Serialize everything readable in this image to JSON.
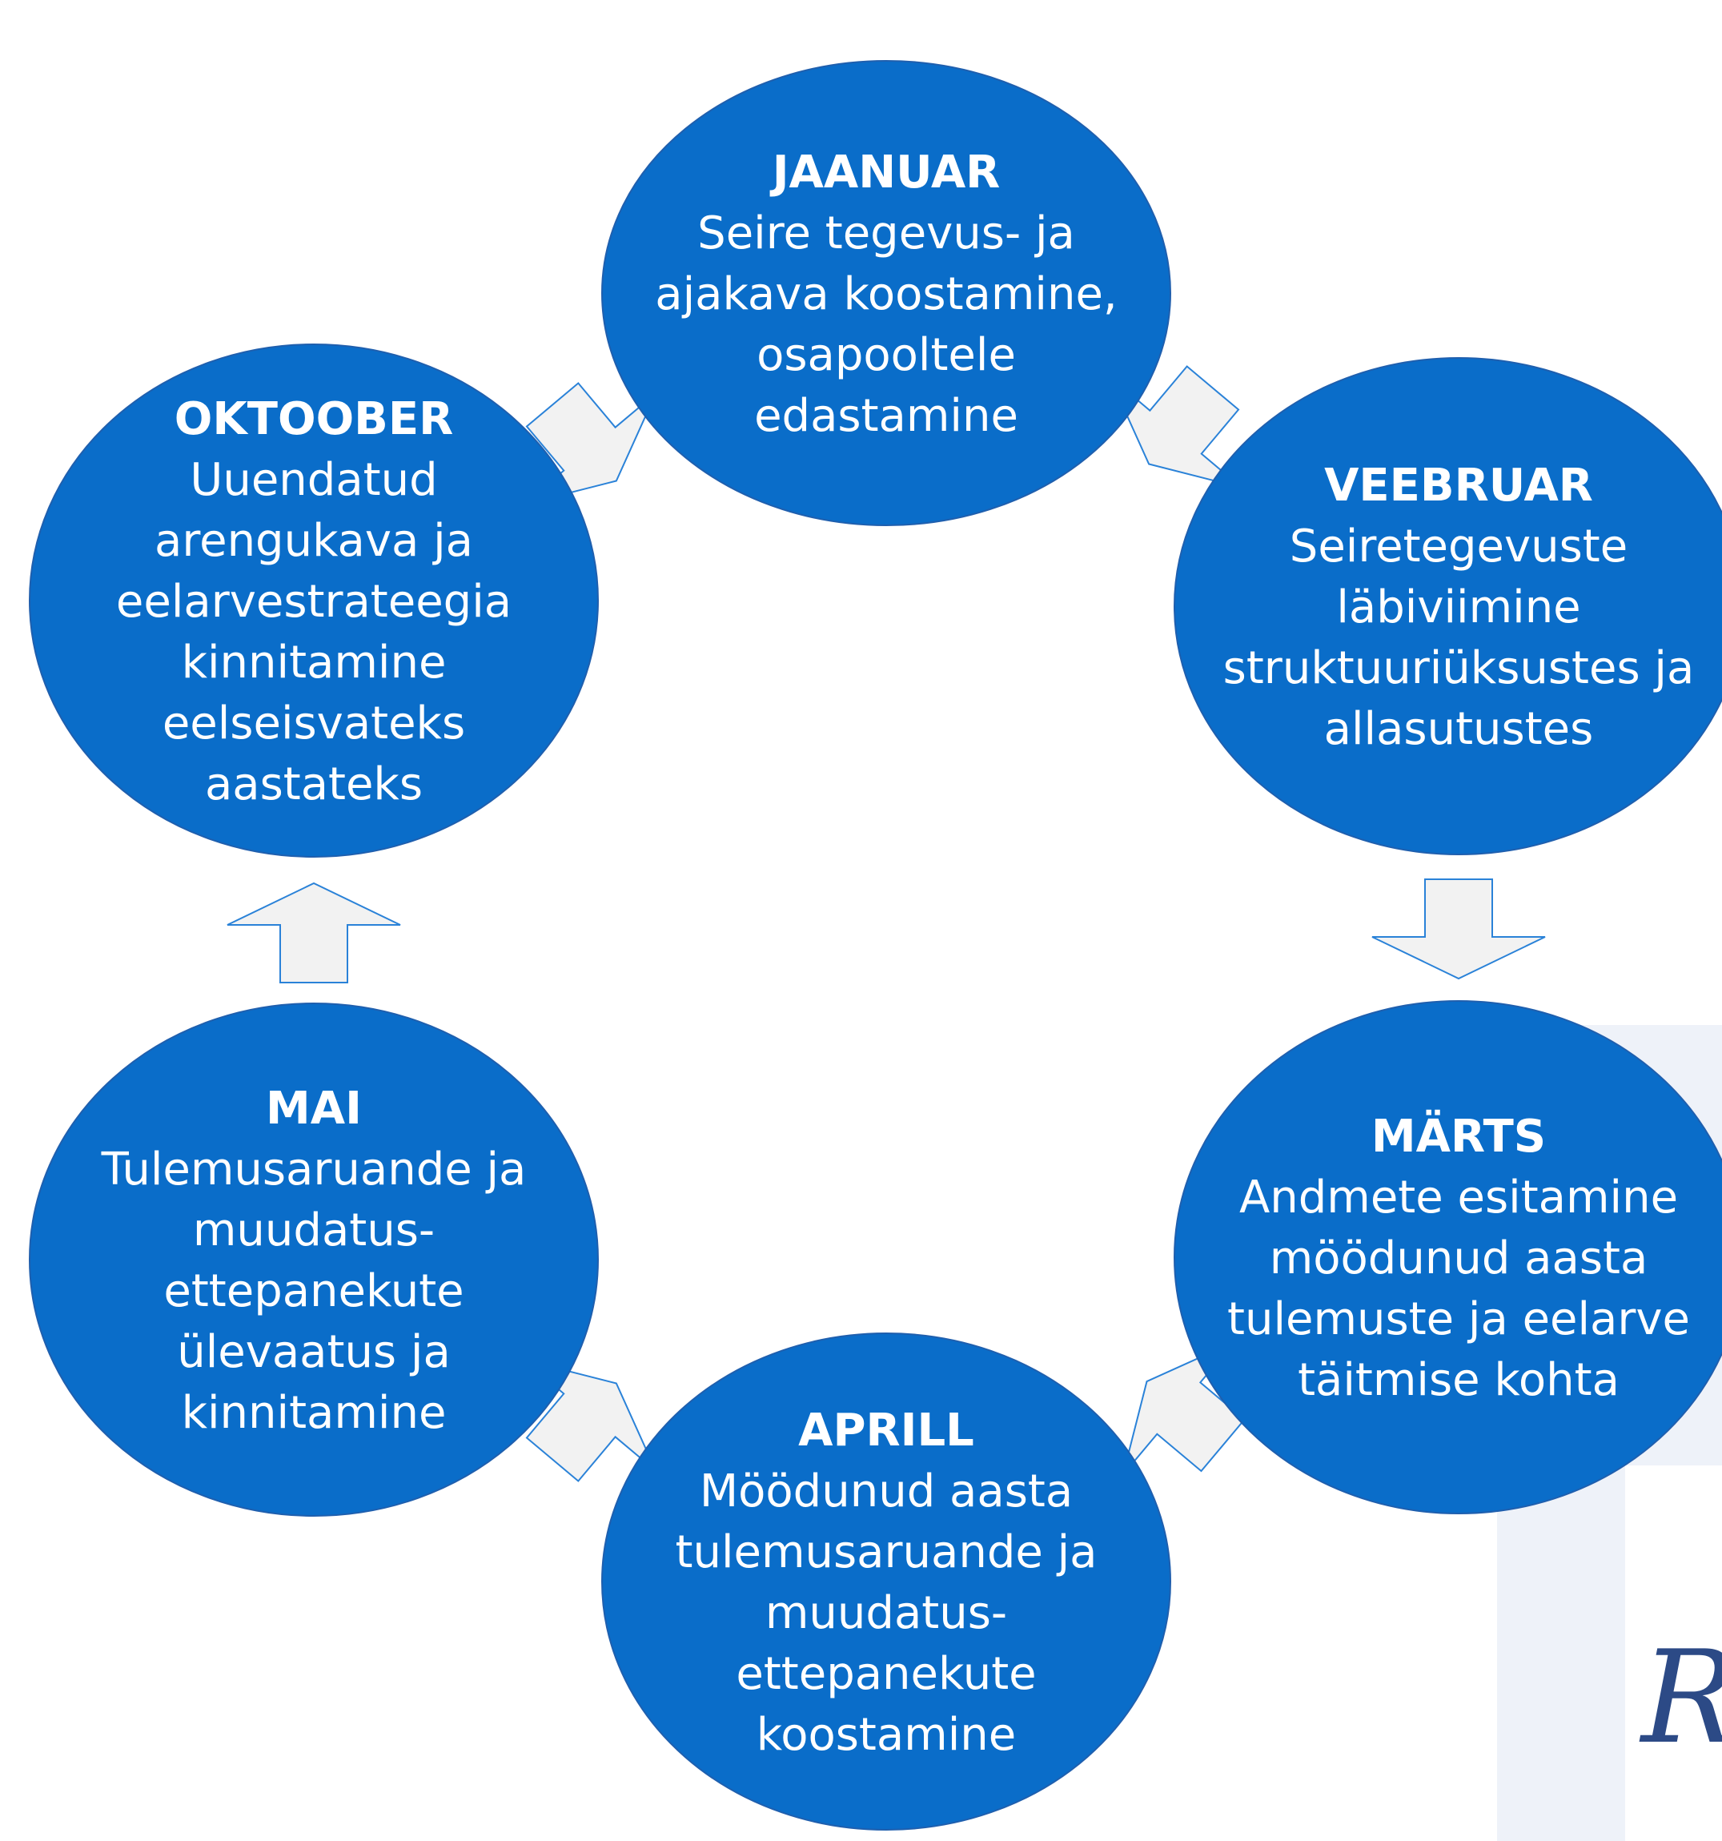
{
  "colors": {
    "bubble_fill": "#0a6dc9",
    "bubble_stroke": "#1f5fae",
    "arrow_fill": "#f2f2f2",
    "arrow_stroke": "#2a82d8",
    "watermark": "#eef2f9"
  },
  "cycle": [
    {
      "month": "JAANUAR",
      "lines": [
        "Seire tegevus- ja",
        "ajakava koostamine,",
        "osapooltele",
        "edastamine"
      ]
    },
    {
      "month": "VEEBRUAR",
      "lines": [
        "Seiretegevuste",
        "läbiviimine",
        "struktuuriüksustes ja",
        "allasutustes"
      ]
    },
    {
      "month": "MÄRTS",
      "lines": [
        "Andmete esitamine",
        "möödunud aasta",
        "tulemuste ja eelarve",
        "täitmise kohta"
      ]
    },
    {
      "month": "APRILL",
      "lines": [
        "Möödunud aasta",
        "tulemusaruande ja",
        "muudatus-",
        "ettepanekute",
        "koostamine"
      ]
    },
    {
      "month": "MAI",
      "lines": [
        "Tulemusaruande ja",
        "muudatus-",
        "ettepanekute",
        "ülevaatus ja",
        "kinnitamine"
      ]
    },
    {
      "month": "OKTOOBER",
      "lines": [
        "Uuendatud",
        "arengukava ja",
        "eelarvestrateegia",
        "kinnitamine",
        "eelseisvateks",
        "aastateks"
      ]
    }
  ],
  "arrows": [
    "arrow-right-icon",
    "arrow-down-icon",
    "arrow-left-icon",
    "arrow-left-icon",
    "arrow-up-icon",
    "arrow-right-icon"
  ],
  "watermark_icon": "logo-watermark-icon",
  "watermark_letter": "R"
}
